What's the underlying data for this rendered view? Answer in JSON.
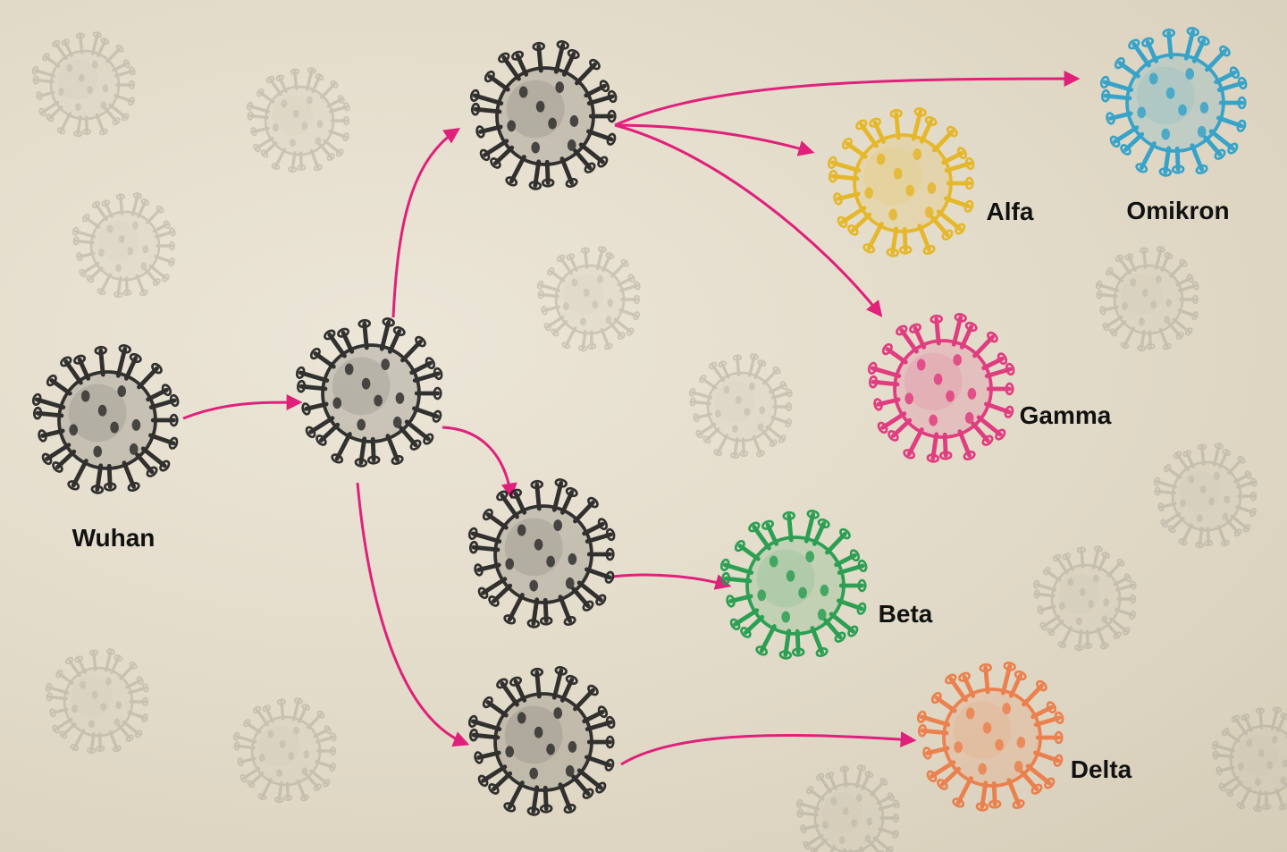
{
  "title": "SARS-CoV-2 variant lineage",
  "colors": {
    "arrow": "#e0207a",
    "ancestral": "#222222",
    "alfa": "#e6b41e",
    "omikron": "#2a9fc9",
    "gamma": "#e0307a",
    "beta": "#1e9a4a",
    "delta": "#ec7a45",
    "faded": "#a9a294"
  },
  "nodes": [
    {
      "id": "wuhan",
      "label": "Wuhan",
      "color_key": "ancestral"
    },
    {
      "id": "n1",
      "label": null,
      "color_key": "ancestral"
    },
    {
      "id": "n2",
      "label": null,
      "color_key": "ancestral"
    },
    {
      "id": "n3",
      "label": null,
      "color_key": "ancestral"
    },
    {
      "id": "n4",
      "label": null,
      "color_key": "ancestral"
    },
    {
      "id": "alfa",
      "label": "Alfa",
      "color_key": "alfa"
    },
    {
      "id": "omikron",
      "label": "Omikron",
      "color_key": "omikron"
    },
    {
      "id": "gamma",
      "label": "Gamma",
      "color_key": "gamma"
    },
    {
      "id": "beta",
      "label": "Beta",
      "color_key": "beta"
    },
    {
      "id": "delta",
      "label": "Delta",
      "color_key": "delta"
    }
  ],
  "edges": [
    [
      "wuhan",
      "n1"
    ],
    [
      "n1",
      "n2"
    ],
    [
      "n2",
      "omikron"
    ],
    [
      "n2",
      "alfa"
    ],
    [
      "n2",
      "gamma"
    ],
    [
      "n1",
      "n3"
    ],
    [
      "n1",
      "n4"
    ],
    [
      "n3",
      "beta"
    ],
    [
      "n4",
      "delta"
    ]
  ],
  "labels": {
    "wuhan": "Wuhan",
    "alfa": "Alfa",
    "omikron": "Omikron",
    "gamma": "Gamma",
    "beta": "Beta",
    "delta": "Delta"
  }
}
